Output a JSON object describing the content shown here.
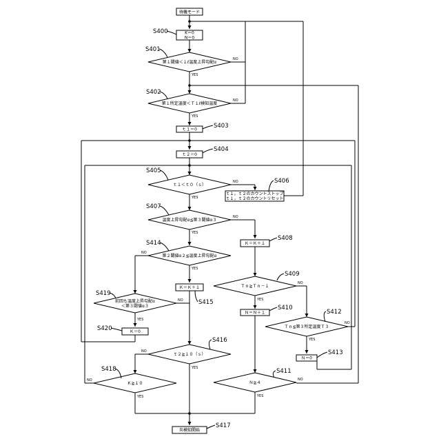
{
  "steps": {
    "start": "待機モード",
    "s400": "K＝0\nN＝0",
    "s401": "第１閾値＜１ℓ温度上昇勾配α",
    "s402": "第１所定温度＜Ｔ１ℓ検知温度",
    "s403": "ｔ１＝0",
    "s404": "ｔ２＝0",
    "s405": "ｔ１＜ｔ０（ｓ）",
    "s406": "ｔ１，ｔ２のカウントストップ\nｔ１，ｔ２のカウントリセット",
    "s407": "温度上昇勾配α≦第３閾値α３",
    "s408": "Ｋ＝Ｋ＋１",
    "s409": "Ｔｎ≧Ｔｎ－１",
    "s410": "Ｎ＝Ｎ＋１",
    "s411": "Ｎ≧４",
    "s412": "Ｔｎ≦第３所定温度Ｔ３",
    "s413": "Ｎ＝0",
    "s414": "第２閾値α２≦温度上昇勾配α",
    "s415": "Ｋ＝Ｋ＋１",
    "s416": "ｔ２≧１０（ｓ）",
    "s417": "炎検知開始",
    "s418": "Ｋ≧１０",
    "s419": "前回も温度上昇勾配α\n＜第３閾値α３",
    "s420": "Ｋ＝0"
  },
  "labels": {
    "s400": "S400",
    "s401": "S401",
    "s402": "S402",
    "s403": "S403",
    "s404": "S404",
    "s405": "S405",
    "s406": "S406",
    "s407": "S407",
    "s408": "S408",
    "s409": "S409",
    "s410": "S410",
    "s411": "S411",
    "s412": "S412",
    "s413": "S413",
    "s414": "S414",
    "s415": "S415",
    "s416": "S416",
    "s417": "S417",
    "s418": "S418",
    "s419": "S419",
    "s420": "S420"
  },
  "answers": {
    "yes": "YES",
    "no": "NO"
  }
}
